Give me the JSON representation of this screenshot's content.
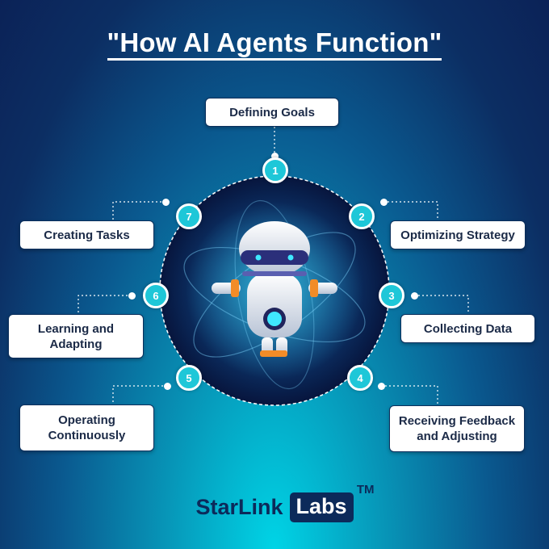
{
  "title": "\"How AI Agents Function\"",
  "steps": [
    {
      "num": "1",
      "label": "Defining Goals"
    },
    {
      "num": "2",
      "label": "Optimizing Strategy"
    },
    {
      "num": "3",
      "label": "Collecting Data"
    },
    {
      "num": "4",
      "label": "Receiving Feedback and Adjusting"
    },
    {
      "num": "5",
      "label": "Operating Continuously"
    },
    {
      "num": "6",
      "label": "Learning and Adapting"
    },
    {
      "num": "7",
      "label": "Creating Tasks"
    }
  ],
  "brand": {
    "name": "StarLink",
    "highlight": "Labs",
    "tm": "TM"
  },
  "colors": {
    "badge": "#1ec7d8",
    "navy": "#0c2a5a",
    "accent": "#00d4e6"
  },
  "icons": [
    "robot-icon"
  ]
}
